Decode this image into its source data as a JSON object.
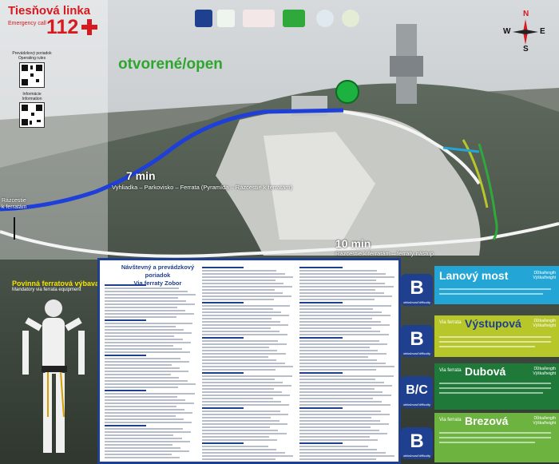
{
  "emergency": {
    "title": "Tiesňová linka",
    "subtitle": "Emergency call",
    "number": "112"
  },
  "qr_codes": [
    {
      "label": "Prevádzkový poriadok",
      "sublabel": "Operating rules"
    },
    {
      "label": "Informácie",
      "sublabel": "Information"
    }
  ],
  "status_label": "otvorené/open",
  "routes": [
    {
      "time": "7 min",
      "description": "Vyhliadka – Parkovisko – Ferrata (Pyramída – Rázcestie k ferratám)"
    },
    {
      "time": "10 min",
      "description": "Rázcestie k ferratám – ferraty nástup"
    }
  ],
  "start_label": {
    "line1": "Rázcestie",
    "line2": "k ferratám"
  },
  "compass": {
    "n": "N",
    "s": "S",
    "w": "W",
    "e": "E"
  },
  "equipment": {
    "title": "Povinná ferratová výbava",
    "subtitle": "Mandatory via ferrata equipment"
  },
  "rules_panel": {
    "title_line1": "Návštevný a prevádzkový poriadok",
    "title_line2": "Via ferraty Zobor"
  },
  "ferrata_rows": [
    {
      "badge": "B",
      "badge_sub": "obtiažnosť/difficulty",
      "prefix": "",
      "name": "Lanový most",
      "color": "#23a6d5",
      "title_color": "#ffffff",
      "specs": [
        "Dĺžka/length",
        "Výška/height"
      ]
    },
    {
      "badge": "B",
      "badge_sub": "obtiažnosť/difficulty",
      "prefix": "Via ferrata",
      "name": "Výstupová",
      "color": "#b7c72a",
      "title_color": "#1f3f8f",
      "specs": [
        "Dĺžka/length",
        "Výška/height"
      ]
    },
    {
      "badge": "B/C",
      "badge_sub": "obtiažnosť/difficulty",
      "prefix": "Via ferrata",
      "name": "Dubová",
      "color": "#1f7a3a",
      "title_color": "#ffffff",
      "specs": [
        "Dĺžka/length",
        "Výška/height"
      ]
    },
    {
      "badge": "B",
      "badge_sub": "obtiažnosť/difficulty",
      "prefix": "Via ferrata",
      "name": "Brezová",
      "color": "#6db33f",
      "title_color": "#ffffff",
      "specs": [
        "Dĺžka/length",
        "Výška/height"
      ]
    }
  ],
  "colors": {
    "route_blue": "#1e3fd8",
    "route_white": "#f4f4f4",
    "emergency_red": "#d71920",
    "panel_blue": "#1f3f8f"
  }
}
